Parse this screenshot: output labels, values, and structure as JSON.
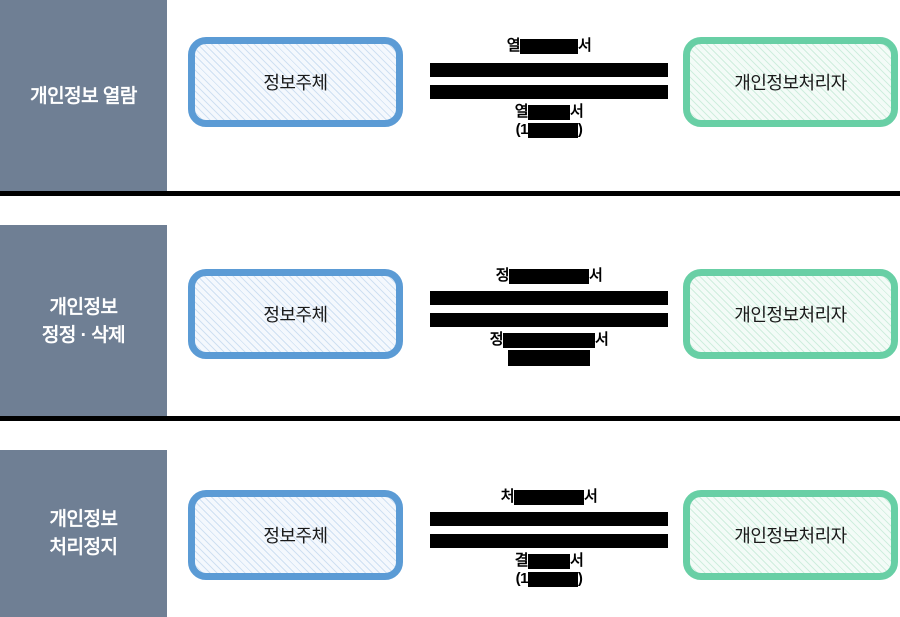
{
  "diagram": {
    "title_hidden": true,
    "colors": {
      "side_panel_bg": "#6f7f94",
      "side_panel_text": "#ffffff",
      "subject_border": "#5b9bd5",
      "subject_fill": "#f2f7fc",
      "controller_border": "#68cfa5",
      "controller_fill": "#f1faf5",
      "arrow": "#000000",
      "divider": "#000000",
      "label_text": "#000000"
    },
    "rows": [
      {
        "side_label": "개인정보 열람",
        "left_actor": "정보주체",
        "right_actor": "개인정보처리자",
        "top_label": {
          "prefix": "열",
          "redacted": "██████",
          "suffix": "서"
        },
        "bottom_label": {
          "prefix": "열",
          "redacted": "████",
          "suffix": "서",
          "second_line_prefix": "(1",
          "second_line_redacted": "█████",
          "second_line_suffix": ")"
        }
      },
      {
        "side_label": "개인정보\n정정 · 삭제",
        "left_actor": "정보주체",
        "right_actor": "개인정보처리자",
        "top_label": {
          "prefix": "정",
          "redacted": "████████",
          "suffix": "서"
        },
        "bottom_label": {
          "prefix": "정",
          "redacted": "█████████",
          "suffix": "서",
          "second_line_prefix": "",
          "second_line_redacted": "████████",
          "second_line_suffix": ""
        }
      },
      {
        "side_label": "개인정보\n처리정지",
        "left_actor": "정보주체",
        "right_actor": "개인정보처리자",
        "top_label": {
          "prefix": "처",
          "redacted": "███████",
          "suffix": "서"
        },
        "bottom_label": {
          "prefix": "결",
          "redacted": "████",
          "suffix": "서",
          "second_line_prefix": "(1",
          "second_line_redacted": "█████",
          "second_line_suffix": ")"
        }
      }
    ]
  }
}
